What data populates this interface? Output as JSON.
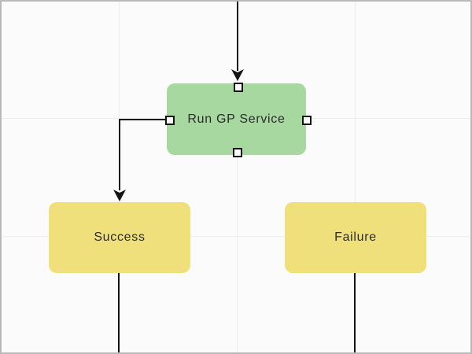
{
  "diagram": {
    "nodes": [
      {
        "id": "run-gp-service",
        "label": "Run GP Service",
        "fill": "#a7d8a0",
        "selected": true
      },
      {
        "id": "success",
        "label": "Success",
        "fill": "#efe07b",
        "selected": false
      },
      {
        "id": "failure",
        "label": "Failure",
        "fill": "#efe07b",
        "selected": false
      }
    ],
    "connectors": [
      {
        "from": "offscreen-top",
        "to": "run-gp-service",
        "shape": "straight-down-arrow"
      },
      {
        "from": "run-gp-service",
        "to": "success",
        "shape": "elbow-left-down-arrow"
      },
      {
        "from": "success",
        "to": "offscreen-bottom",
        "shape": "straight-line"
      },
      {
        "from": "failure",
        "to": "offscreen-bottom",
        "shape": "straight-line"
      }
    ],
    "selection_handles": [
      "top",
      "left",
      "right",
      "bottom"
    ],
    "colors": {
      "background": "#fbfbfb",
      "canvas_border": "#b9b9b9",
      "grid": "#ededed",
      "connector": "#141414",
      "node_text": "#2b2b2b",
      "green_node": "#a7d8a0",
      "yellow_node": "#efe07b",
      "handle_fill": "#ffffff"
    }
  }
}
